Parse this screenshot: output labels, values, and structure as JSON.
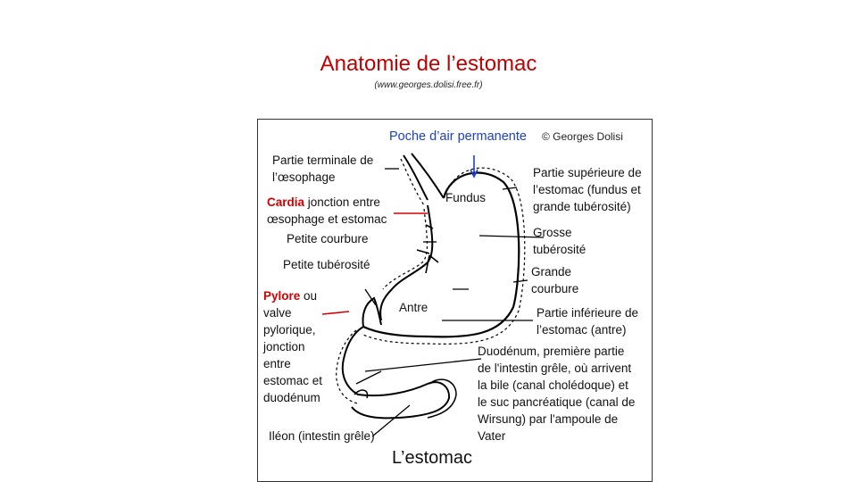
{
  "page": {
    "title": "Anatomie de l’estomac",
    "source": "(www.georges.dolisi.free.fr)"
  },
  "figure": {
    "header": "Poche d’air permanente",
    "copyright": "© Georges Dolisi",
    "caption": "L’estomac",
    "labels": {
      "oesophage_end": "Partie terminale de\nl’œsophage",
      "cardia_term": "Cardia",
      "cardia_desc": " jonction entre\nœsophage et estomac",
      "petite_courbure": "Petite courbure",
      "petite_tuberosite": "Petite tubérosité",
      "pylore_term": "Pylore",
      "pylore_desc": " ou\nvalve\npylorique,\njonction\nentre\nestomac et\nduodénum",
      "ileon": "Iléon (intestin grêle)",
      "fundus": "Fundus",
      "antre": "Antre",
      "partie_superieure": "Partie supérieure de\nl’estomac (fundus et\ngrande tubérosité)",
      "grosse_tuberosite": "Grosse\ntubérosité",
      "grande_courbure": "Grande\ncourbure",
      "partie_inferieure": "Partie inférieure de\nl’estomac (antre)",
      "duodenum": "Duodénum, première partie\nde l'intestin grêle, où arrivent\nla bile (canal cholédoque) et\nle suc pancréatique (canal de\nWirsung) par l'ampoule de\nVater"
    },
    "colors": {
      "title_red": "#c00000",
      "term_red": "#d40000",
      "header_blue": "#1a3fd0"
    }
  }
}
